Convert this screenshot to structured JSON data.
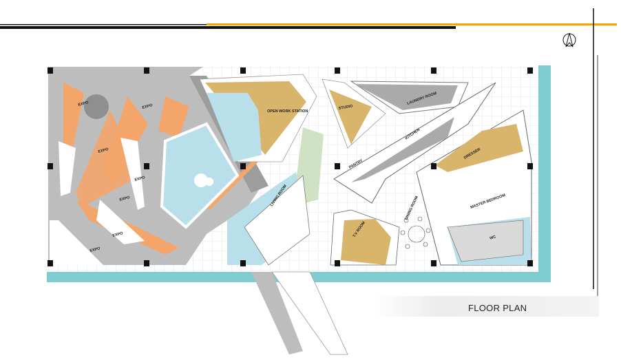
{
  "title": "FLOOR PLAN",
  "colors": {
    "gold_line": "#f0a800",
    "expo_gray": "#bdbdbd",
    "orange": "#f4a56a",
    "water": "#b9e0ea",
    "teal_border": "#7ecdd1",
    "wood": "#d9b56b",
    "grid": "#cfcfcf",
    "garden": "#cfe3c4"
  },
  "rooms": {
    "expo": [
      "EXPO",
      "EXPO",
      "EXPO",
      "EXPO",
      "EXPO",
      "EXPO",
      "EXPO"
    ],
    "open_work_station": "OPEN WORK STATION",
    "studio": "STUDIO",
    "laundry_room": "LAUNDRY ROOM",
    "kitchen": "KITCHEN",
    "pantry": "PANTRY",
    "dresser": "DRESSER",
    "master_bedroom": "MASTER BEDROOM",
    "living_room": "LIVING ROOM",
    "tv_room": "T.V ROOM",
    "dining_room": "DINING ROOM",
    "wc": "WC"
  },
  "icons": {
    "north_arrow": "north-arrow-icon"
  }
}
